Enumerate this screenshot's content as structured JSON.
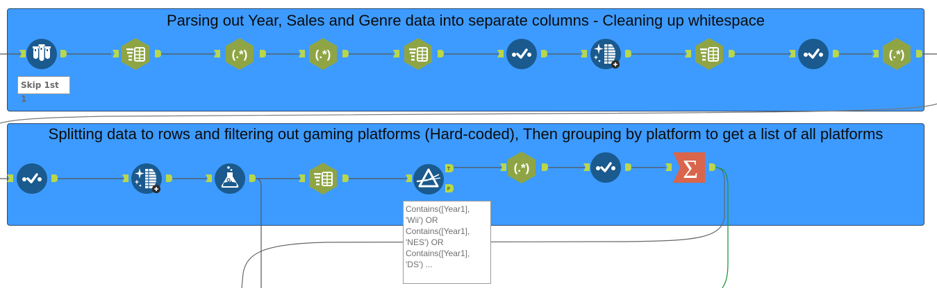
{
  "canvas": {
    "background": "#ffffff",
    "container_color": "#3d9bff",
    "anchor_color": "#b9d74a",
    "wire_color": "#555555",
    "success_wire_color": "#1a9a3a"
  },
  "containers": [
    {
      "title": "Parsing out Year, Sales and Genre data into separate columns - Cleaning up whitespace",
      "tools": [
        {
          "type": "sample",
          "icon": "test-tubes-icon",
          "annotation": "Skip 1st 1"
        },
        {
          "type": "text-to-columns",
          "icon": "text-to-columns-icon"
        },
        {
          "type": "regex",
          "icon": "regex-icon",
          "label": "(.*)"
        },
        {
          "type": "regex",
          "icon": "regex-icon",
          "label": "(.*)"
        },
        {
          "type": "text-to-columns",
          "icon": "text-to-columns-icon"
        },
        {
          "type": "select",
          "icon": "select-check-icon"
        },
        {
          "type": "data-cleansing",
          "icon": "data-cleansing-icon"
        },
        {
          "type": "text-to-columns",
          "icon": "text-to-columns-icon"
        },
        {
          "type": "select",
          "icon": "select-check-icon"
        },
        {
          "type": "regex",
          "icon": "regex-icon",
          "label": "(.*)"
        }
      ]
    },
    {
      "title": "Splitting data to rows and filtering out gaming platforms (Hard-coded), Then grouping by platform to get a list of all platforms",
      "tools": [
        {
          "type": "select",
          "icon": "select-check-icon"
        },
        {
          "type": "data-cleansing",
          "icon": "data-cleansing-icon"
        },
        {
          "type": "formula",
          "icon": "formula-flask-icon"
        },
        {
          "type": "text-to-columns",
          "icon": "text-to-columns-icon"
        },
        {
          "type": "filter",
          "icon": "filter-prism-icon",
          "true_label": "T",
          "false_label": "F",
          "annotation": "Contains([Year1], 'Wii') OR Contains([Year1], 'NES') OR Contains([Year1], 'DS') ..."
        },
        {
          "type": "regex",
          "icon": "regex-icon",
          "label": "(.*)"
        },
        {
          "type": "select",
          "icon": "select-check-icon"
        },
        {
          "type": "summarize",
          "icon": "summarize-sigma-icon",
          "label": "Σ"
        }
      ]
    }
  ],
  "annotations": {
    "sample": "Skip 1st 1",
    "filter_lines": [
      "Contains([Year1],",
      "'Wii') OR",
      "Contains([Year1],",
      "'NES') OR",
      "Contains([Year1],",
      "'DS') ..."
    ]
  },
  "glyphs": {
    "regex": "(.*)",
    "sigma": "Σ",
    "true": "T",
    "false": "F"
  }
}
